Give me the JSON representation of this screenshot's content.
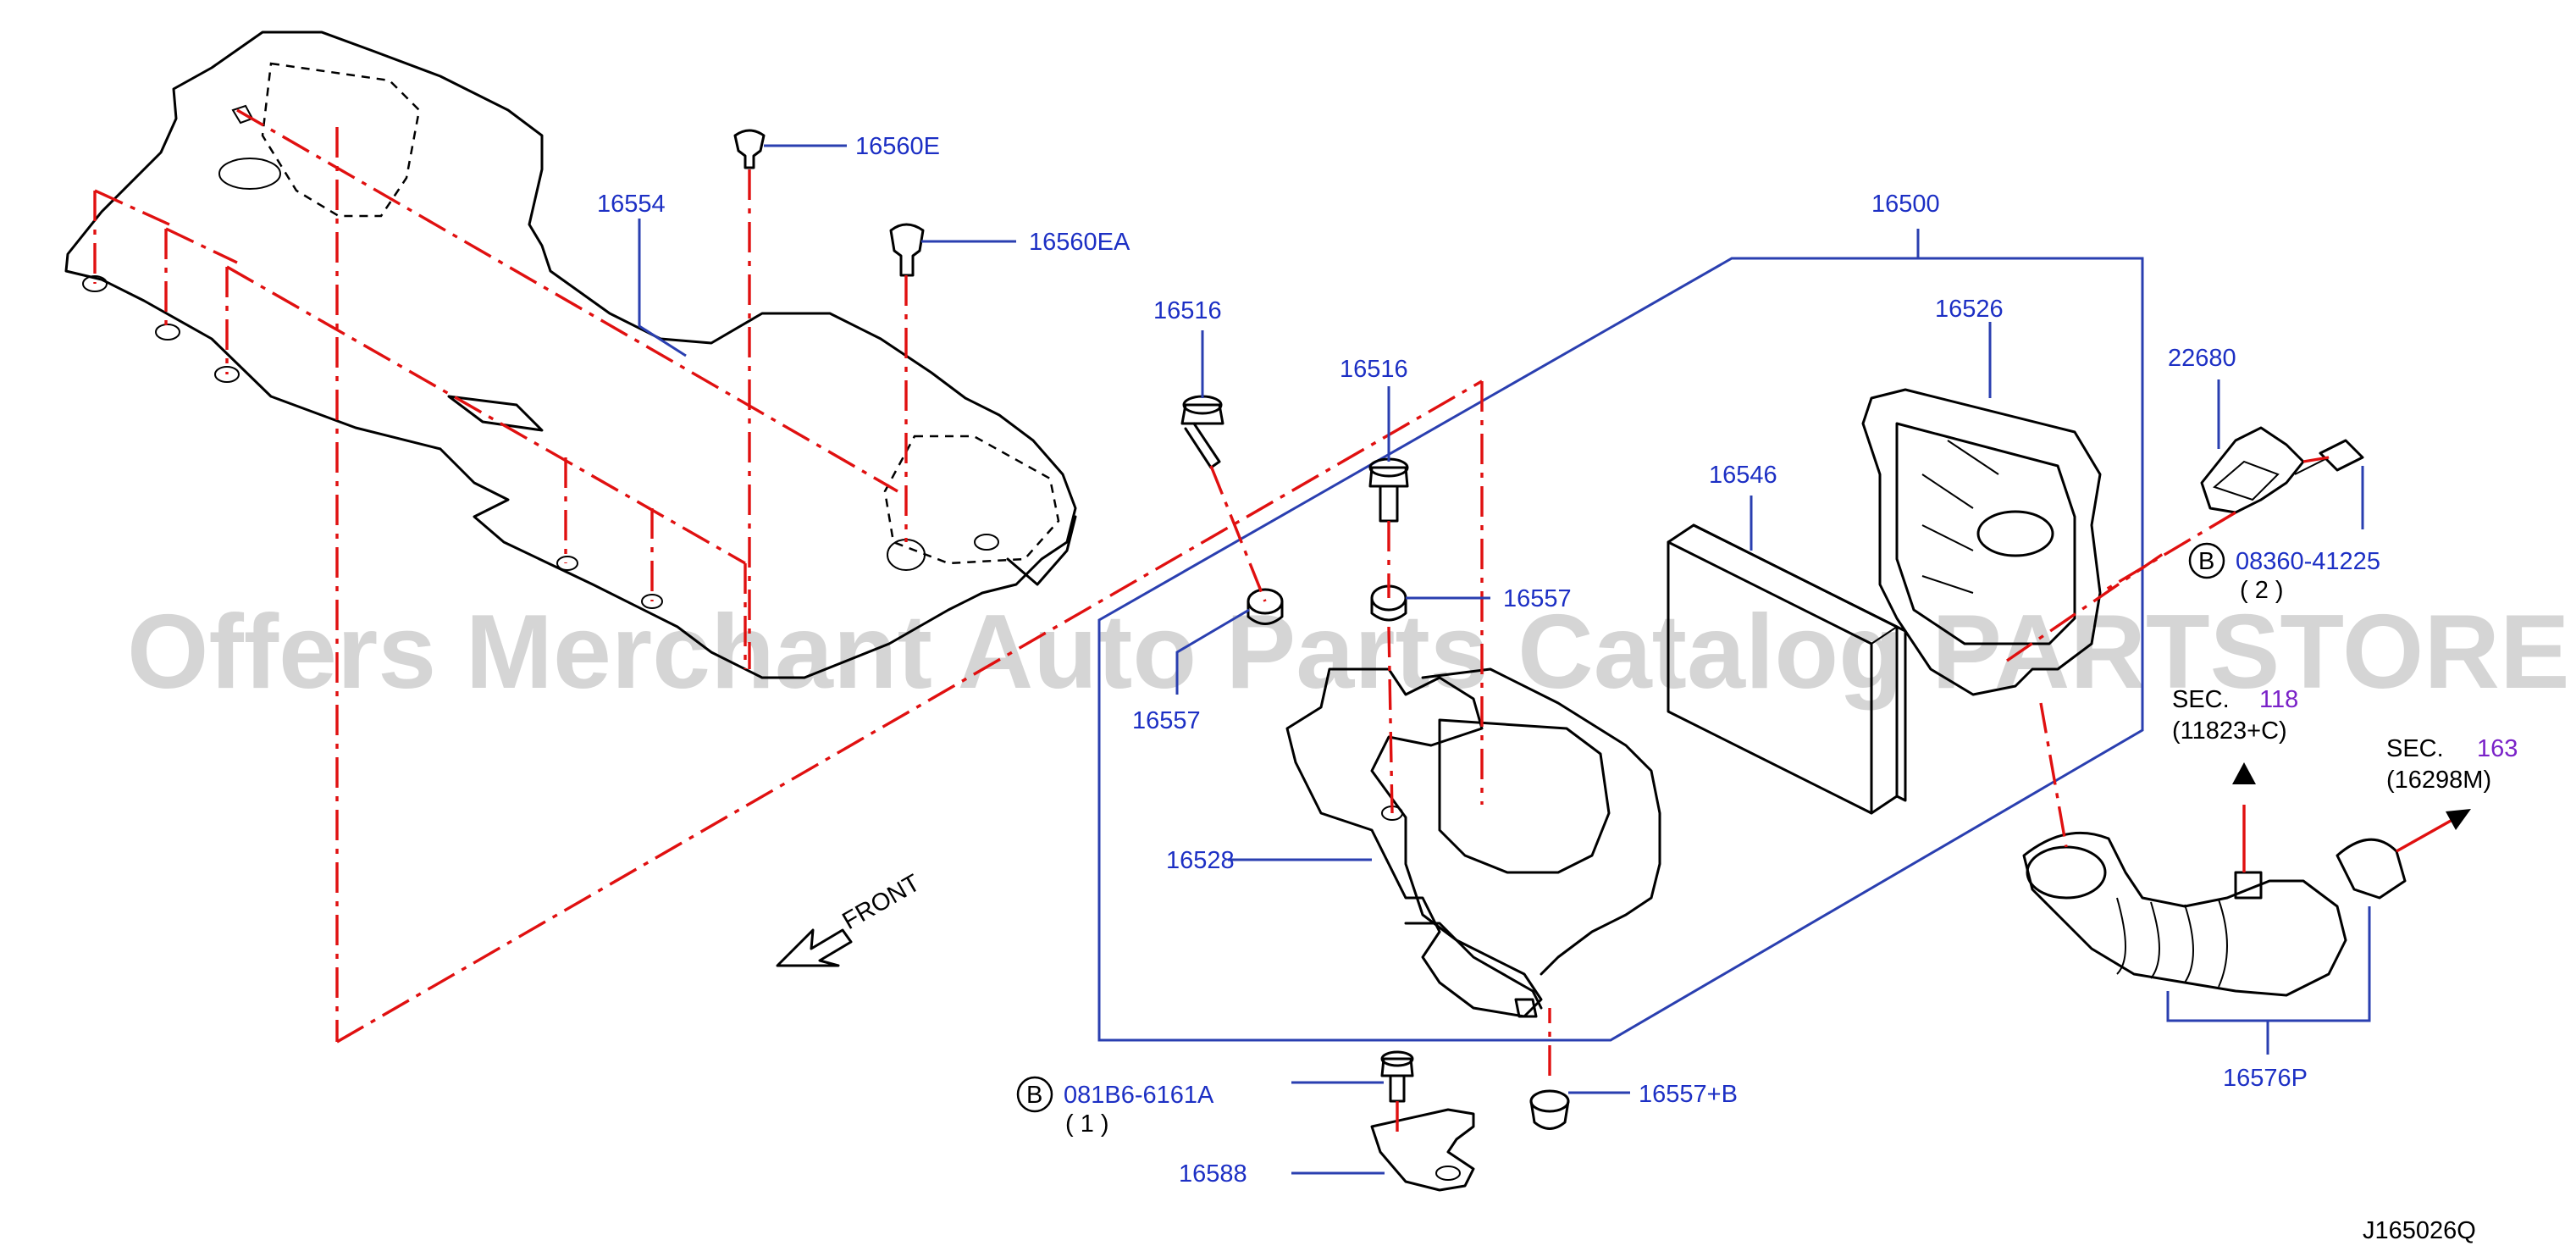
{
  "watermark": "Offers Merchant Auto Parts Catalog PARTSTORE.SA",
  "front_label": "FRONT",
  "diagram_id": "J165026Q",
  "callouts": {
    "p16554": "16554",
    "p16560E": "16560E",
    "p16560EA": "16560EA",
    "p16500": "16500",
    "p16516_a": "16516",
    "p16516_b": "16516",
    "p16526": "16526",
    "p22680": "22680",
    "p16546": "16546",
    "p16557_a": "16557",
    "p16557_b": "16557",
    "p16528": "16528",
    "p16557B": "16557+B",
    "p16588": "16588",
    "p16576P": "16576P"
  },
  "bolt_refs": [
    {
      "badge": "B",
      "number": "08360-41225",
      "qty": "( 2 )"
    },
    {
      "badge": "B",
      "number": "081B6-6161A",
      "qty": "( 1 )"
    }
  ],
  "section_refs": [
    {
      "prefix": "SEC.",
      "number": "118",
      "sub": "(11823+C)"
    },
    {
      "prefix": "SEC.",
      "number": "163",
      "sub": "(16298M)"
    }
  ],
  "colors": {
    "callout": "#1c2fc4",
    "centerline": "#e01010",
    "section_number": "#7a22c8"
  }
}
